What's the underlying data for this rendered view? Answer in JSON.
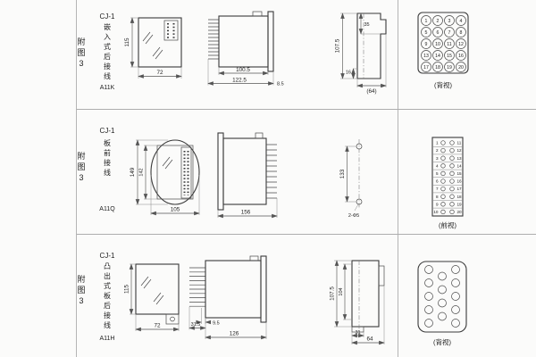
{
  "rows": [
    {
      "fig": [
        "附",
        "图",
        "3"
      ],
      "model": "CJ-1",
      "mount": [
        "嵌",
        "入",
        "式",
        "后",
        "接",
        "线"
      ],
      "code": "A11K",
      "view_label": "(背视)",
      "dims": {
        "height": "115",
        "width": "72",
        "depth": "100.5",
        "depth_total": "122.5",
        "flange": "8.5",
        "panel_h": "107.5",
        "panel_top": "35",
        "panel_b": "16",
        "panel_w": "(64)"
      },
      "pins": [
        "1",
        "2",
        "3",
        "4",
        "5",
        "6",
        "7",
        "8",
        "9",
        "10",
        "11",
        "12",
        "13",
        "14",
        "15",
        "16",
        "17",
        "18",
        "19",
        "20"
      ]
    },
    {
      "fig": [
        "附",
        "图",
        "3"
      ],
      "model": "CJ-1",
      "mount": [
        "板",
        "前",
        "接",
        "线"
      ],
      "code": "A11Q",
      "view_label": "(前视)",
      "dims": {
        "height": "149",
        "height_inner": "142",
        "width": "105",
        "depth": "156",
        "hole_span": "133",
        "hole_note": "2-Φ5"
      },
      "pins_left": [
        "1",
        "2",
        "3",
        "4",
        "5",
        "6",
        "7",
        "8",
        "9",
        "10"
      ],
      "pins_right": [
        "11",
        "12",
        "13",
        "14",
        "15",
        "16",
        "17",
        "18",
        "19",
        "20"
      ]
    },
    {
      "fig": [
        "附",
        "图",
        "3"
      ],
      "model": "CJ-1",
      "mount": [
        "凸",
        "出",
        "式",
        "板",
        "后",
        "接",
        "线"
      ],
      "code": "A11H",
      "view_label": "(背视)",
      "dims": {
        "height": "115",
        "width": "72",
        "pin_len": "9.5",
        "pin_zone": "31.5",
        "depth": "126",
        "panel_h": "107.5",
        "panel_inner": "104",
        "foot": "31",
        "panel_w": "64"
      }
    }
  ]
}
